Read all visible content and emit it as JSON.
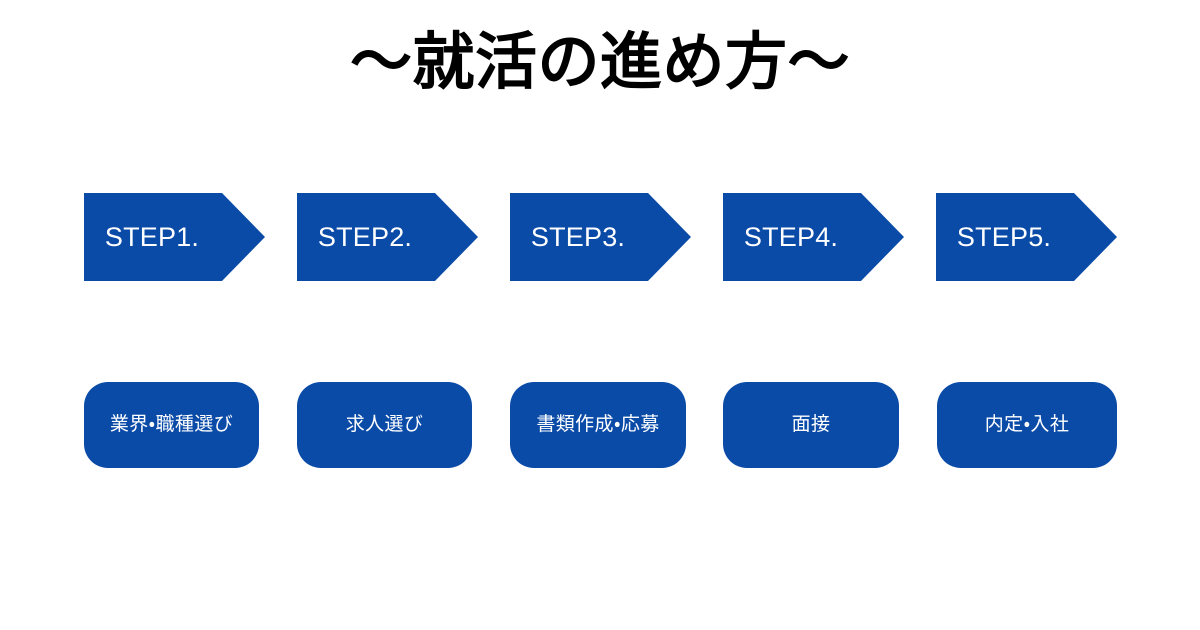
{
  "slide": {
    "background_color": "#ffffff",
    "title": "〜就活の進め方〜",
    "title_color": "#000000",
    "accent_color": "#0b4ba8"
  },
  "steps": [
    {
      "step_label": "STEP1.",
      "task_label": "業界・職種選び"
    },
    {
      "step_label": "STEP2.",
      "task_label": "求人選び"
    },
    {
      "step_label": "STEP3.",
      "task_label": "書類作成・応募"
    },
    {
      "step_label": "STEP4.",
      "task_label": "面接"
    },
    {
      "step_label": "STEP5.",
      "task_label": "内定・入社"
    }
  ]
}
